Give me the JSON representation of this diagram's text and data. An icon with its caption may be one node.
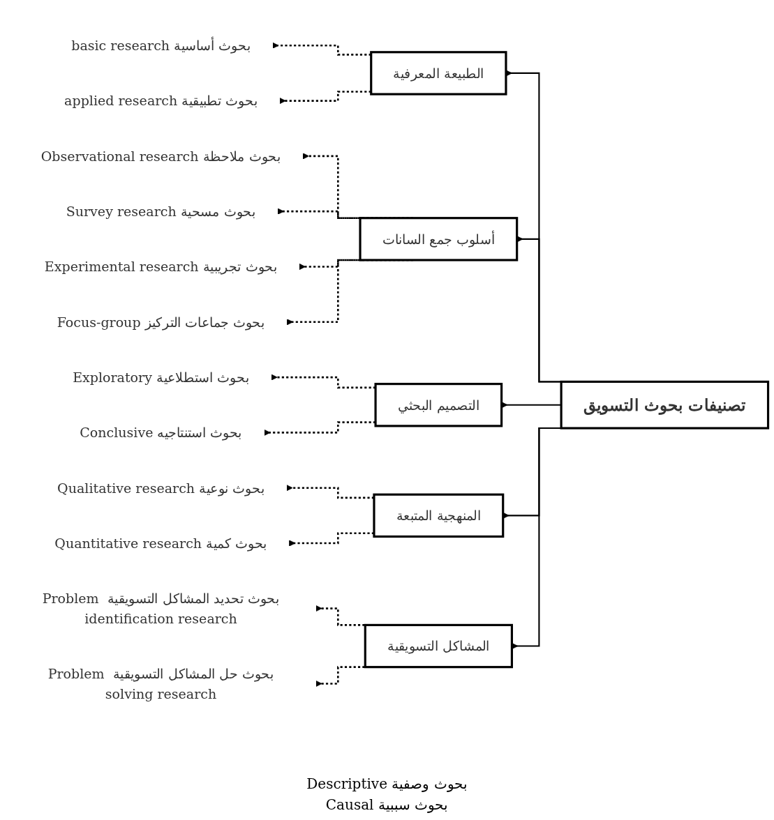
{
  "diagram": {
    "nodes": [
      {
        "text": [
          "تصنيفات بحوث التسويق"
        ]
      },
      {
        "text": [
          "الطبيعة المعرفية"
        ]
      },
      {
        "text": [
          "بحوث أساسية basic research"
        ]
      },
      {
        "text": [
          "بحوث تطبيقية applied research"
        ]
      },
      {
        "text": [
          "أسلوب جمع السانات"
        ]
      },
      {
        "text": [
          "بحوث ملاحظة Observational research"
        ]
      },
      {
        "text": [
          "بحوث مسحية Survey research"
        ]
      },
      {
        "text": [
          "بحوث تجريبية Experimental research"
        ]
      },
      {
        "text": [
          "بحوث جماعات التركيز Focus-group"
        ]
      },
      {
        "text": [
          "التصميم البحثي"
        ]
      },
      {
        "text": [
          "بحوث استطلاعية Exploratory"
        ]
      },
      {
        "text": [
          "بحوث استنتاجيه Conclusive"
        ]
      },
      {
        "text": [
          "المنهجية المتبعة"
        ]
      },
      {
        "text": [
          "بحوث نوعية Qualitative research"
        ]
      },
      {
        "text": [
          "بحوث كمية Quantitative research"
        ]
      },
      {
        "text": [
          "المشاكل التسويقية"
        ]
      },
      {
        "text": [
          "بحوث تحديد المشاكل التسويقية Problem identification research"
        ]
      },
      {
        "text": [
          "بحوث حل المشاكل التسويقية Problem solving research"
        ]
      }
    ],
    "edges": [
      {
        "from": 0,
        "to": 1,
        "arrow": "to"
      },
      {
        "from": 0,
        "to": 4,
        "arrow": "to"
      },
      {
        "from": 0,
        "to": 9,
        "arrow": "to"
      },
      {
        "from": 0,
        "to": 12,
        "arrow": "to"
      },
      {
        "from": 0,
        "to": 15,
        "arrow": "to"
      },
      {
        "from": 1,
        "to": 2,
        "arrow": "to",
        "style": "dashed"
      },
      {
        "from": 1,
        "to": 3,
        "arrow": "to",
        "style": "dashed"
      },
      {
        "from": 4,
        "to": 5,
        "arrow": "to",
        "style": "dashed"
      },
      {
        "from": 4,
        "to": 6,
        "arrow": "to",
        "style": "dashed"
      },
      {
        "from": 4,
        "to": 7,
        "arrow": "to",
        "style": "dashed"
      },
      {
        "from": 4,
        "to": 8,
        "arrow": "to",
        "style": "dashed"
      },
      {
        "from": 9,
        "to": 10,
        "arrow": "to",
        "style": "dashed"
      },
      {
        "from": 9,
        "to": 11,
        "arrow": "to",
        "style": "dashed"
      },
      {
        "from": 12,
        "to": 13,
        "arrow": "to",
        "style": "dashed"
      },
      {
        "from": 12,
        "to": 14,
        "arrow": "to",
        "style": "dashed"
      },
      {
        "from": 15,
        "to": 16,
        "arrow": "to",
        "style": "dashed"
      },
      {
        "from": 15,
        "to": 17,
        "arrow": "to",
        "style": "dashed"
      }
    ],
    "labels": [
      "بحوث وصفية Descriptive",
      "بحوث سببية Causal"
    ]
  }
}
